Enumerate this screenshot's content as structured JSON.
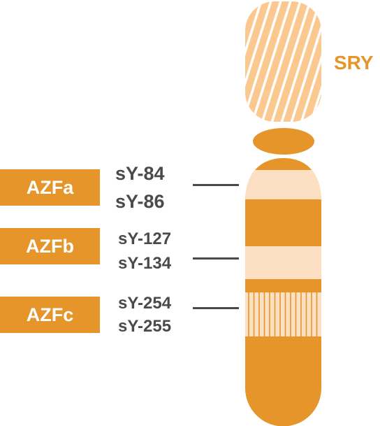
{
  "colors": {
    "orange": "#e5952a",
    "light_band": "#fde0c3",
    "stripe": "#fbc98f",
    "text_dark": "#4a4a4a",
    "white": "#ffffff"
  },
  "gene": {
    "label": "SRY"
  },
  "regions": [
    {
      "label": "AZFa",
      "markers": [
        "sY-84",
        "sY-86"
      ]
    },
    {
      "label": "AZFb",
      "markers": [
        "sY-127",
        "sY-134"
      ]
    },
    {
      "label": "AZFc",
      "markers": [
        "sY-254",
        "sY-255"
      ]
    }
  ]
}
